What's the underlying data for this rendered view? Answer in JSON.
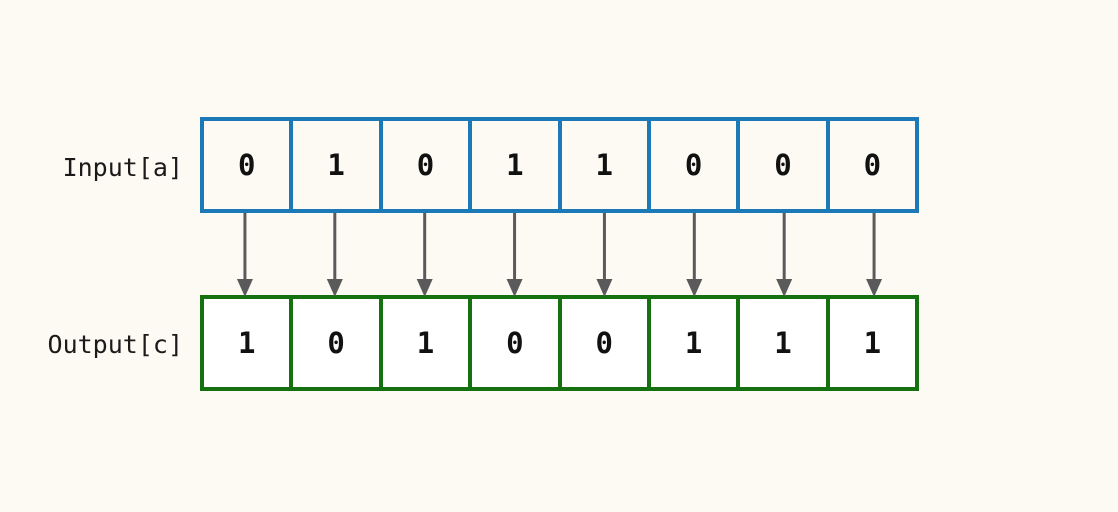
{
  "diagram": {
    "title": "bitwise-not-array-mapping",
    "background_color": "#fdfaf3",
    "rows": [
      {
        "name": "input",
        "label": "Input[a]",
        "border_color": "#1b79b8",
        "fill_color": "#fdfaf3",
        "values": [
          "0",
          "1",
          "0",
          "1",
          "1",
          "0",
          "0",
          "0"
        ]
      },
      {
        "name": "output",
        "label": "Output[c]",
        "border_color": "#15700f",
        "fill_color": "#ffffff",
        "values": [
          "1",
          "0",
          "1",
          "0",
          "0",
          "1",
          "1",
          "1"
        ]
      }
    ],
    "connectors": {
      "name": "elementwise-arrows",
      "count": 8,
      "color": "#5a5a5a",
      "direction": "down"
    }
  }
}
